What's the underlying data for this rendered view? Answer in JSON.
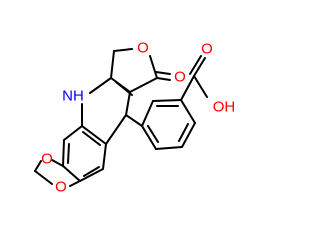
{
  "molecule": {
    "atoms": {
      "nh": "NH",
      "ring_oxygen_furanone": "O",
      "carbonyl_oxygen_lactone": "O",
      "carbonyl_oxygen_acid": "O",
      "hydroxyl": "OH",
      "dioxole_oxygen_top": "O",
      "dioxole_oxygen_bottom": "O"
    },
    "colors": {
      "bond": "#000000",
      "nitrogen": "#0000ff",
      "oxygen": "#ff0000",
      "background": "#ffffff"
    }
  }
}
